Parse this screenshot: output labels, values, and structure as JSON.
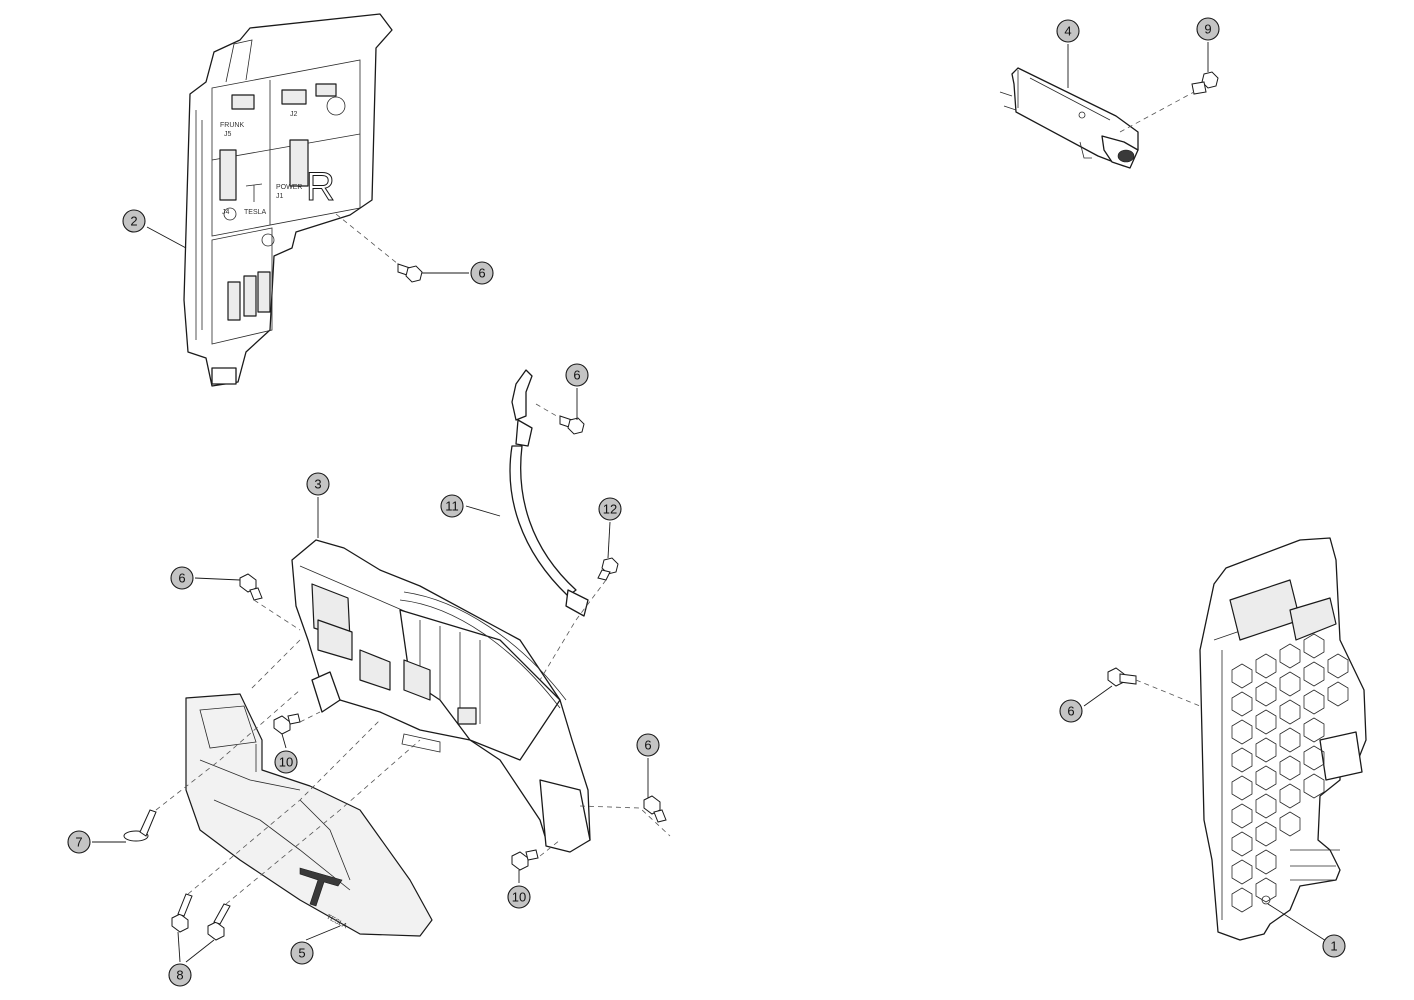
{
  "callouts": {
    "c1": "1",
    "c2": "2",
    "c3": "3",
    "c4": "4",
    "c5": "5",
    "c6a": "6",
    "c6b": "6",
    "c6c": "6",
    "c6d": "6",
    "c6e": "6",
    "c7": "7",
    "c8": "8",
    "c9": "9",
    "c10a": "10",
    "c10b": "10",
    "c11": "11",
    "c12": "12"
  },
  "part_prints": {
    "p2_r": "R",
    "p2_frunk": "FRUNK",
    "p2_power": "POWER",
    "p2_j1": "J1",
    "p2_j2": "J2",
    "p2_j4": "J4",
    "p2_j5": "J5",
    "p2_tesla": "TESLA",
    "p5_tesla": "TESLA"
  },
  "colors": {
    "callout_fill": "#c4c4c4",
    "line": "#1a1a1a"
  }
}
